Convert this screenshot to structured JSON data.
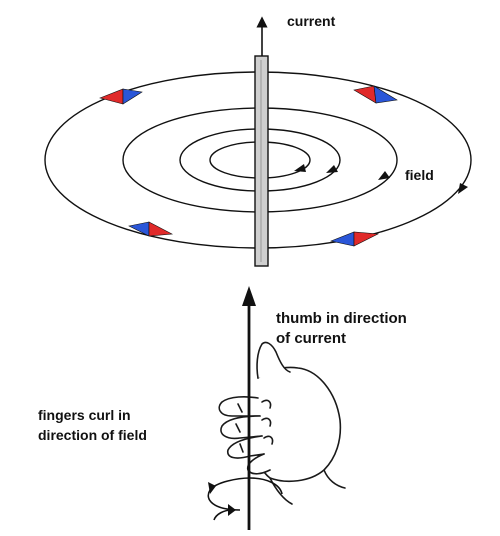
{
  "labels": {
    "current": "current",
    "field": "field",
    "thumb_line1": "thumb in direction",
    "thumb_line2": "of  current",
    "fingers_line1": "fingers curl in",
    "fingers_line2": "direction of field"
  },
  "colors": {
    "line": "#111111",
    "wire_fill": "#cfcfcf",
    "compass_north": "#e02a2a",
    "compass_south": "#2a56d8",
    "hand_outline": "#1a1a1a"
  },
  "icons": {
    "compass": "compass-needle-icon",
    "hand": "right-hand-icon"
  }
}
